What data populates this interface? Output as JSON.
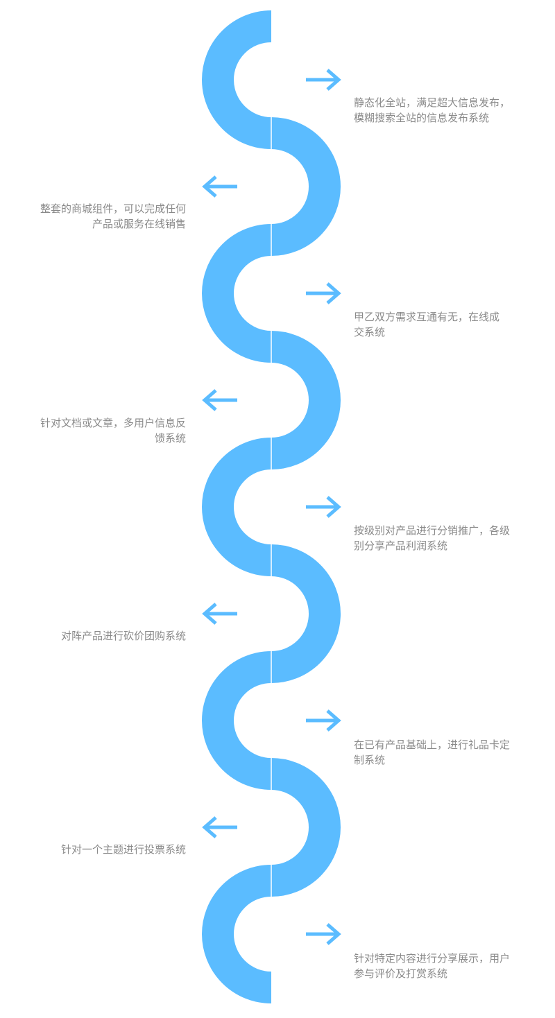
{
  "colors": {
    "wave": "#5bbcff",
    "arrow": "#5bbcff",
    "text": "#8a8a8a",
    "background": "#ffffff"
  },
  "items": [
    {
      "side": "right",
      "line1": "静态化全站，满足超大信息发布，",
      "line2": "模糊搜索全站的信息发布系统"
    },
    {
      "side": "left",
      "line1": "整套的商城组件，可以完成任何",
      "line2": "产品或服务在线销售"
    },
    {
      "side": "right",
      "line1": "甲乙双方需求互通有无，在线成",
      "line2": "交系统"
    },
    {
      "side": "left",
      "line1": "针对文档或文章，多用户信息反",
      "line2": "馈系统"
    },
    {
      "side": "right",
      "line1": "按级别对产品进行分销推广，各级",
      "line2": "别分享产品利润系统"
    },
    {
      "side": "left",
      "line1": "对阵产品进行砍价团购系统",
      "line2": ""
    },
    {
      "side": "right",
      "line1": "在已有产品基础上，进行礼品卡定",
      "line2": "制系统"
    },
    {
      "side": "left",
      "line1": "针对一个主题进行投票系统",
      "line2": ""
    },
    {
      "side": "right",
      "line1": "针对特定内容进行分享展示，用户",
      "line2": "参与评价及打赏系统"
    }
  ]
}
